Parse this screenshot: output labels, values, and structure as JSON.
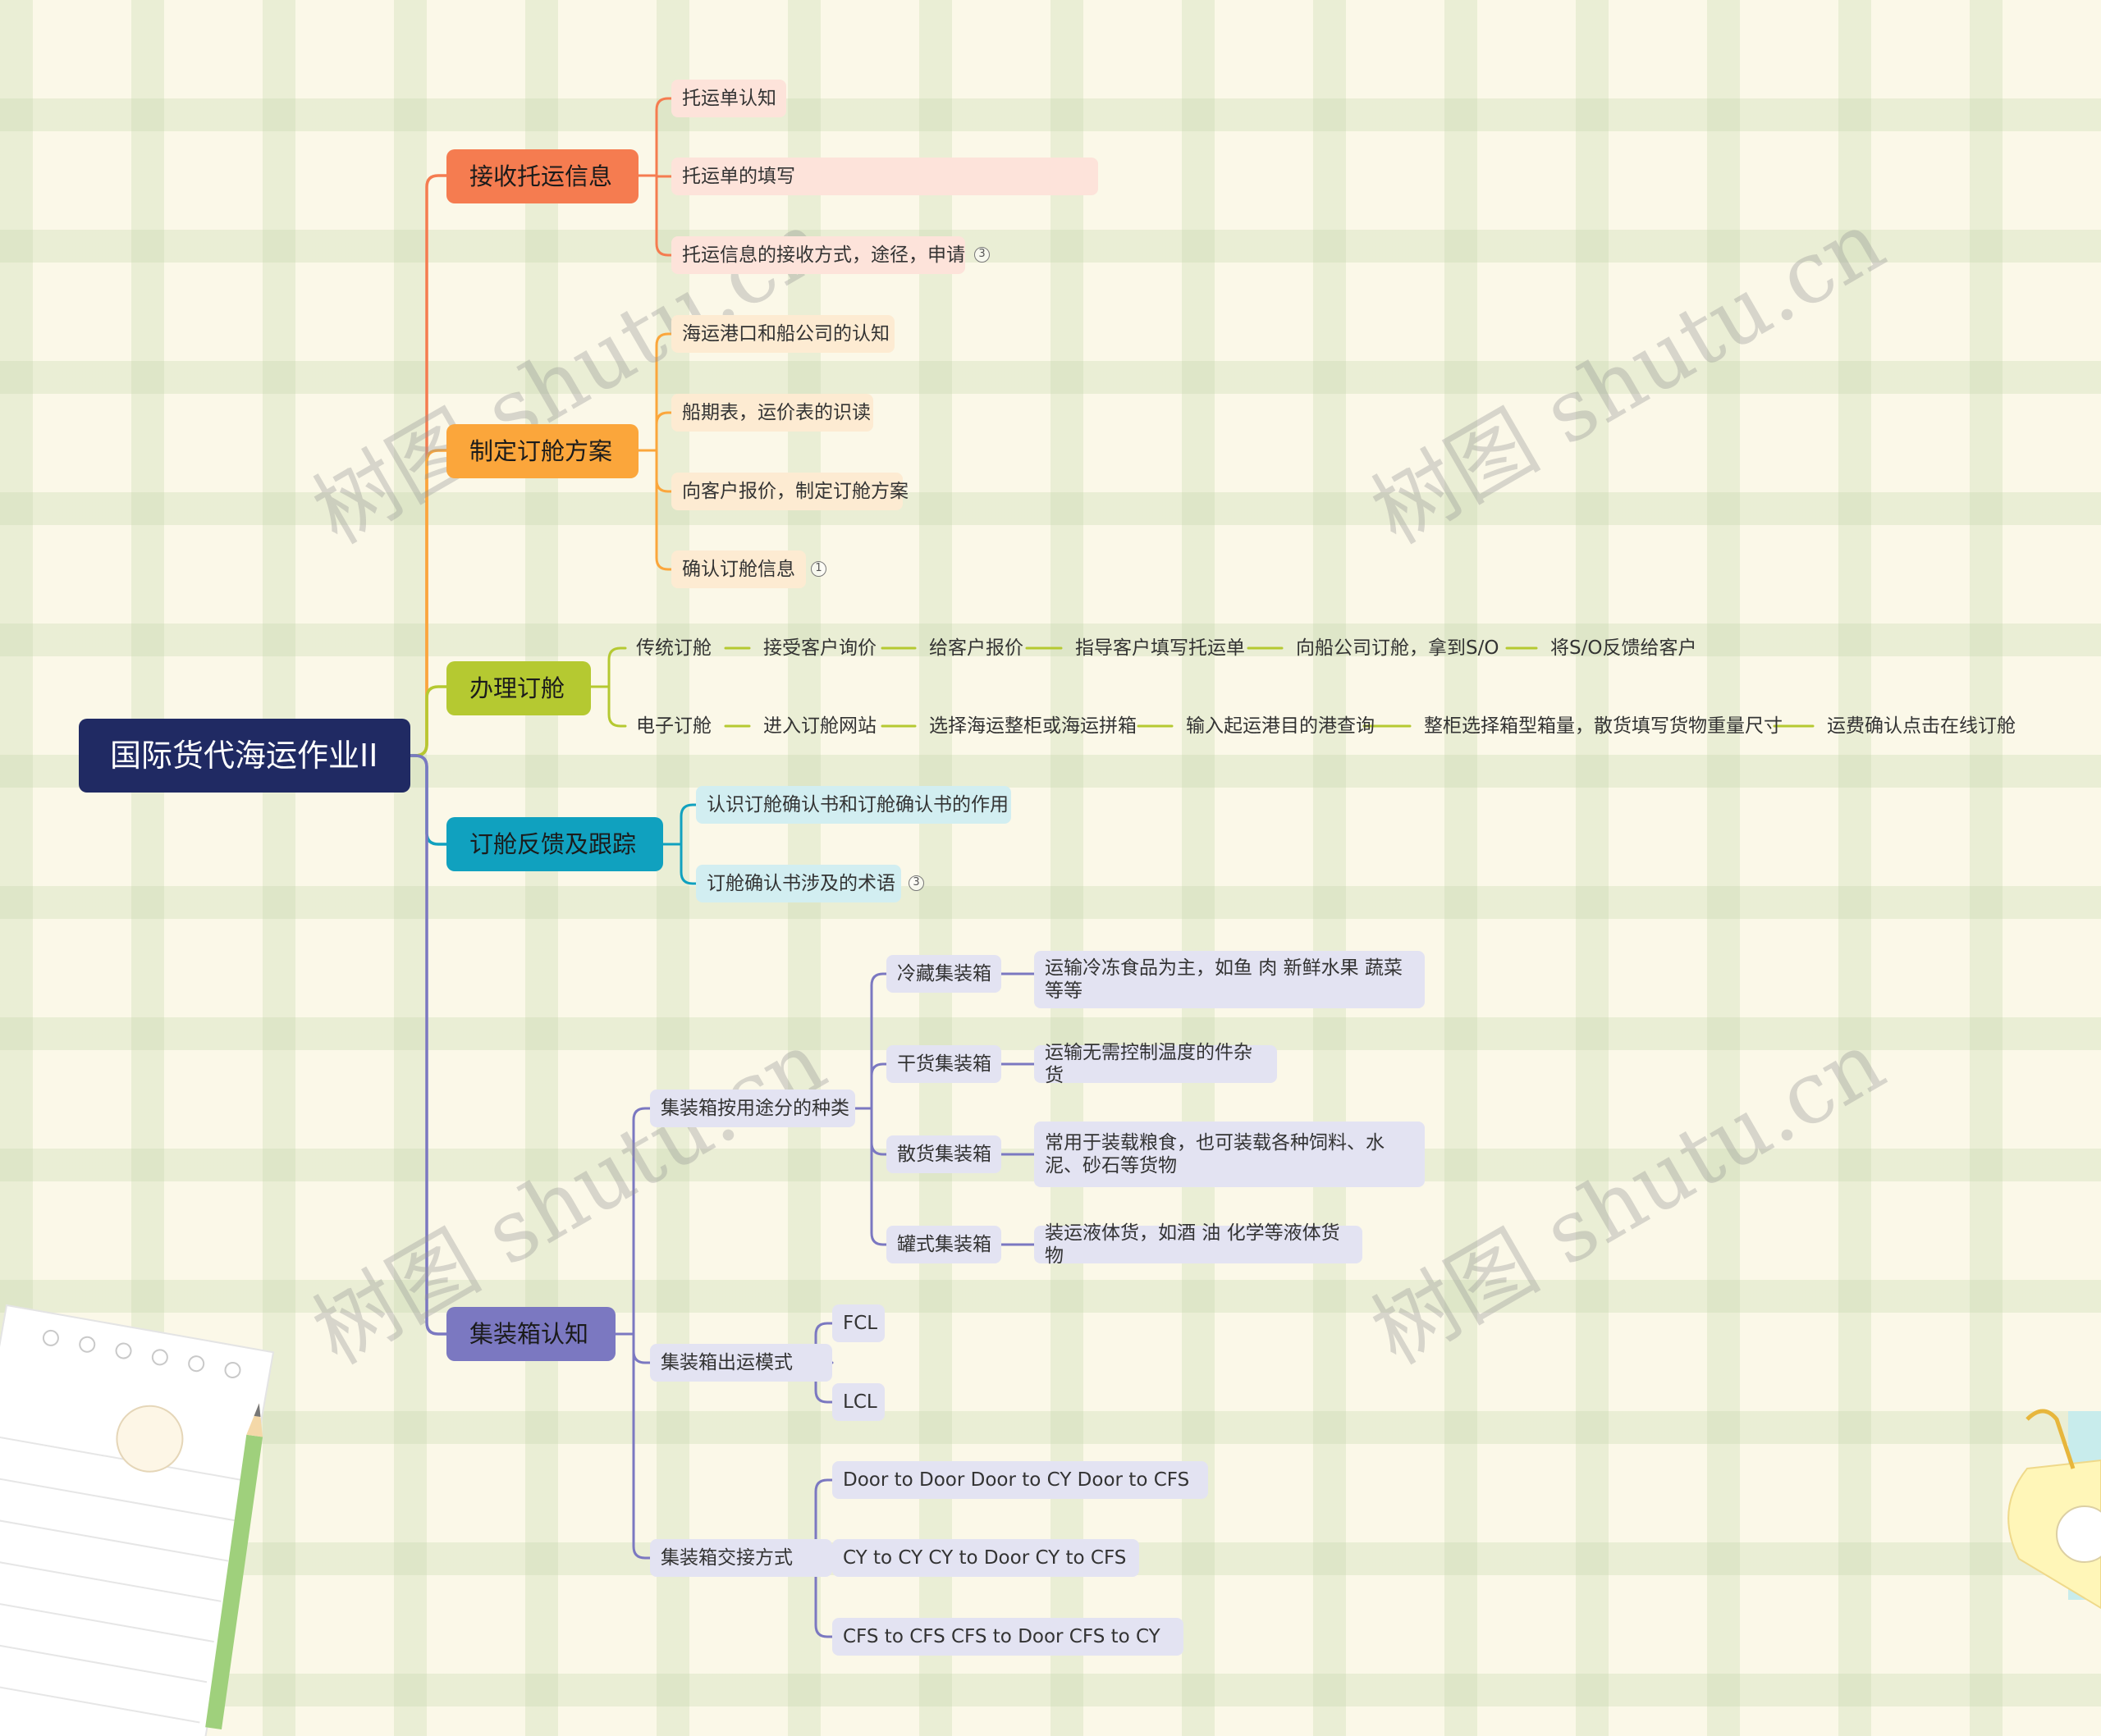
{
  "watermark": "树图 shutu.cn",
  "root": {
    "label": "国际货代海运作业II"
  },
  "branches": [
    {
      "label": "接收托运信息",
      "color": "#f57c50",
      "children": [
        {
          "label": "托运单认知",
          "fill": "#fde3da"
        },
        {
          "label": "托运单的填写",
          "fill": "#fde3da"
        },
        {
          "label": "托运信息的接收方式，途径，申请",
          "fill": "#fde3da",
          "badge": "3"
        }
      ]
    },
    {
      "label": "制定订舱方案",
      "color": "#fba63b",
      "children": [
        {
          "label": "海运港口和船公司的认知",
          "fill": "#fdebd2"
        },
        {
          "label": "船期表，运价表的识读",
          "fill": "#fdebd2"
        },
        {
          "label": "向客户报价，制定订舱方案",
          "fill": "#fdebd2"
        },
        {
          "label": "确认订舱信息",
          "fill": "#fdebd2",
          "badge": "1"
        }
      ]
    },
    {
      "label": "办理订舱",
      "color": "#b5c931",
      "rows": [
        {
          "label": "传统订舱",
          "steps": [
            "接受客户询价",
            "给客户报价",
            "指导客户填写托运单",
            "向船公司订舱，拿到S/O",
            "将S/O反馈给客户"
          ]
        },
        {
          "label": "电子订舱",
          "steps": [
            "进入订舱网站",
            "选择海运整柜或海运拼箱",
            "输入起运港目的港查询",
            "整柜选择箱型箱量，散货填写货物重量尺寸",
            "运费确认点击在线订舱"
          ]
        }
      ]
    },
    {
      "label": "订舱反馈及跟踪",
      "color": "#10a1bf",
      "children": [
        {
          "label": "认识订舱确认书和订舱确认书的作用",
          "fill": "#d2eef1"
        },
        {
          "label": "订舱确认书涉及的术语",
          "fill": "#d2eef1",
          "badge": "3"
        }
      ]
    },
    {
      "label": "集装箱认知",
      "color": "#7b78c1",
      "groups": [
        {
          "label": "集装箱按用途分的种类",
          "items": [
            {
              "label": "冷藏集装箱",
              "desc": "运输冷冻食品为主，如鱼 肉 新鲜水果 蔬菜等等"
            },
            {
              "label": "干货集装箱",
              "desc": "运输无需控制温度的件杂货"
            },
            {
              "label": "散货集装箱",
              "desc": "常用于装载粮食，也可装载各种饲料、水泥、砂石等货物"
            },
            {
              "label": "罐式集装箱",
              "desc": "装运液体货，如酒 油 化学等液体货物"
            }
          ]
        },
        {
          "label": "集装箱出运模式",
          "items": [
            {
              "label": "FCL"
            },
            {
              "label": "LCL"
            }
          ]
        },
        {
          "label": "集装箱交接方式",
          "items": [
            {
              "label": "Door to Door   Door to CY   Door to CFS"
            },
            {
              "label": "CY to CY  CY to Door   CY to CFS"
            },
            {
              "label": "CFS to CFS  CFS to Door  CFS to CY"
            }
          ]
        }
      ]
    }
  ],
  "colors": {
    "root": "#202a63",
    "group_fill": "#e3e3f2",
    "wire_purple": "#7b78c1"
  }
}
